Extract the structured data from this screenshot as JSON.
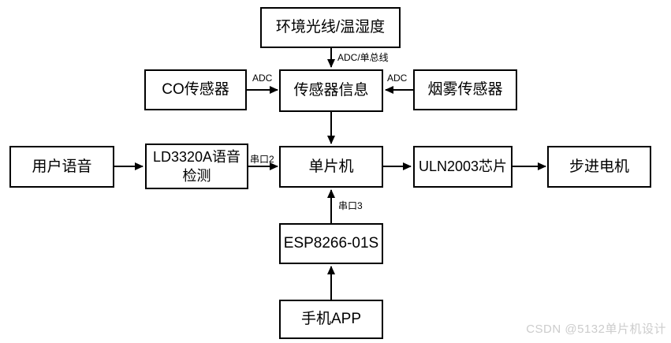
{
  "diagram": {
    "title": "single-chip smart system block diagram",
    "nodes": {
      "env": {
        "label": "环境光线/温湿度"
      },
      "co": {
        "label": "CO传感器"
      },
      "sensor_info": {
        "label": "传感器信息"
      },
      "smoke": {
        "label": "烟雾传感器"
      },
      "user_voice": {
        "label": "用户语音"
      },
      "ld3320a": {
        "label": "LD3320A语音检测"
      },
      "mcu": {
        "label": "单片机"
      },
      "uln2003": {
        "label": "ULN2003芯片"
      },
      "stepper": {
        "label": "步进电机"
      },
      "esp8266": {
        "label": "ESP8266-01S"
      },
      "phone_app": {
        "label": "手机APP"
      }
    },
    "edge_labels": {
      "adc_onewire": "ADC/单总线",
      "adc_left": "ADC",
      "adc_right": "ADC",
      "uart2": "串口2",
      "uart3": "串口3"
    },
    "edges": [
      "env -> sensor_info (ADC/单总线)",
      "co -> sensor_info (ADC)",
      "smoke -> sensor_info (ADC)",
      "sensor_info -> mcu",
      "user_voice -> ld3320a",
      "ld3320a -> mcu (串口2)",
      "mcu -> uln2003",
      "uln2003 -> stepper",
      "esp8266 -> mcu (串口3)",
      "phone_app -> esp8266"
    ]
  },
  "watermark": "CSDN @5132单片机设计",
  "colors": {
    "background": "#ffffff",
    "box_border": "#000000",
    "box_fill": "#ffffff",
    "text": "#000000",
    "arrow": "#000000",
    "watermark": "#cccccc"
  }
}
